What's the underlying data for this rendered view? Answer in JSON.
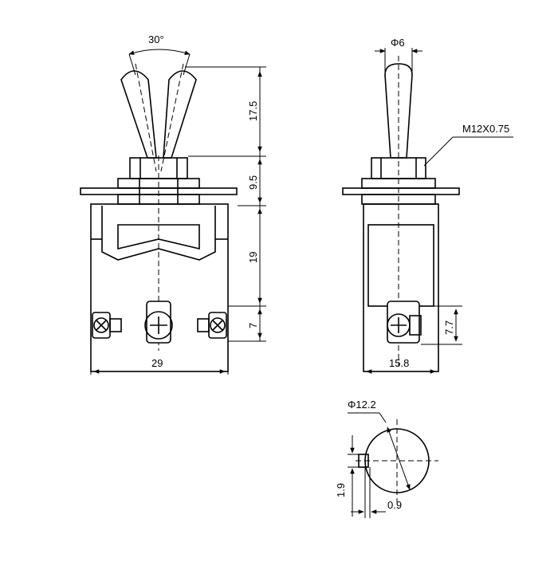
{
  "dimensions": {
    "front_angle": "30°",
    "front_lever_height": "17.5",
    "front_bushing_height": "9.5",
    "front_body_height": "19",
    "front_terminal_height": "7",
    "front_width": "29",
    "side_lever_diameter": "Φ6",
    "side_thread": "M12X0.75",
    "side_terminal_height": "7.7",
    "side_width": "15.8",
    "panel_hole_diameter": "Φ12.2",
    "keyway_height": "1.9",
    "keyway_width": "0.9"
  }
}
